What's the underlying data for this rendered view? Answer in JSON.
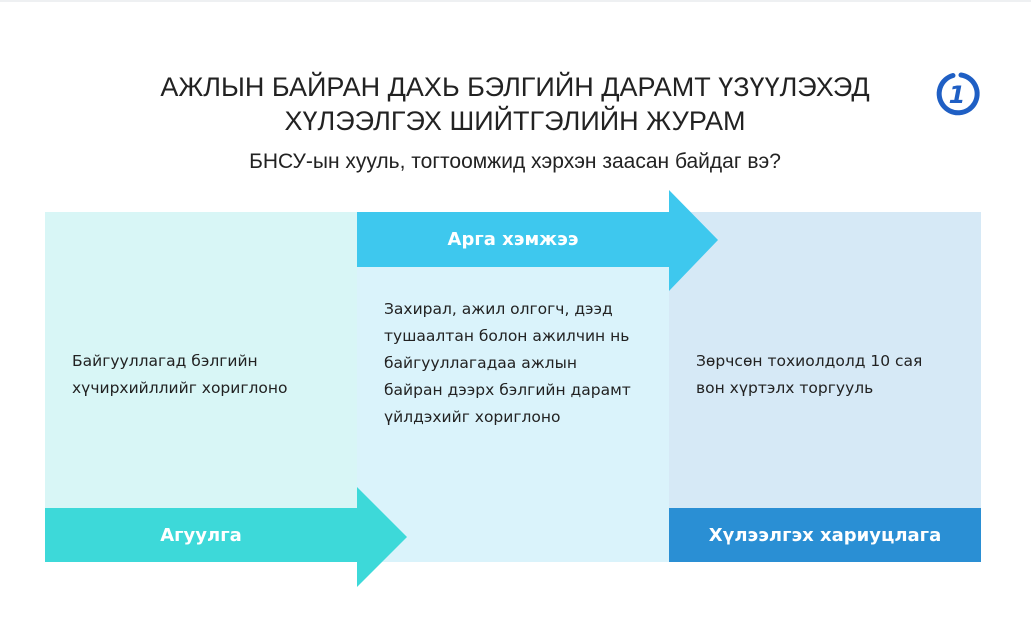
{
  "title_line1": "АЖЛЫН БАЙРАН ДАХЬ БЭЛГИЙН ДАРАМТ ҮЗҮҮЛЭХЭД",
  "title_line2": "ХҮЛЭЭЛГЭХ ШИЙТГЭЛИЙН ЖУРАМ",
  "subtitle": "БНСУ-ын хууль, тогтоомжид хэрхэн заасан байдаг вэ?",
  "logo": "1",
  "colors": {
    "content": "#3dd9d9",
    "measure": "#3ec8ee",
    "liability": "#2a8fd4"
  },
  "columns": [
    {
      "label": "Агуулга",
      "text": "Байгууллагад бэлгийн хүчирхийллийг хориглоно"
    },
    {
      "label": "Арга хэмжээ",
      "text": "Захирал, ажил олгогч, дээд тушаалтан болон ажилчин нь байгууллагадаа ажлын байран дээрх бэлгийн дарамт үйлдэхийг хориглоно"
    },
    {
      "label": "Хүлээлгэх хариуцлага",
      "text": "Зөрчсөн тохиолдолд 10 сая вон хүртэлх торгууль"
    }
  ]
}
